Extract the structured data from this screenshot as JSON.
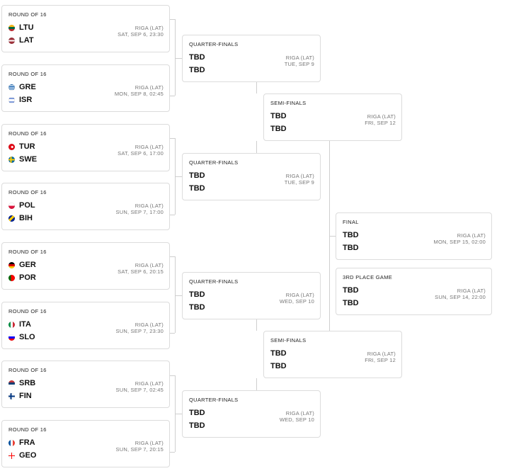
{
  "round_of_16": [
    {
      "stage": "ROUND OF 16",
      "team1": "LTU",
      "team2": "LAT",
      "flag1": "lithuania-flag-icon",
      "flag2": "latvia-flag-icon",
      "venue": "RIGA (LAT)",
      "date": "SAT, SEP 6, 23:30"
    },
    {
      "stage": "ROUND OF 16",
      "team1": "GRE",
      "team2": "ISR",
      "flag1": "greece-flag-icon",
      "flag2": "israel-flag-icon",
      "venue": "RIGA (LAT)",
      "date": "MON, SEP 8, 02:45"
    },
    {
      "stage": "ROUND OF 16",
      "team1": "TUR",
      "team2": "SWE",
      "flag1": "turkey-flag-icon",
      "flag2": "sweden-flag-icon",
      "venue": "RIGA (LAT)",
      "date": "SAT, SEP 6, 17:00"
    },
    {
      "stage": "ROUND OF 16",
      "team1": "POL",
      "team2": "BIH",
      "flag1": "poland-flag-icon",
      "flag2": "bosnia-flag-icon",
      "venue": "RIGA (LAT)",
      "date": "SUN, SEP 7, 17:00"
    },
    {
      "stage": "ROUND OF 16",
      "team1": "GER",
      "team2": "POR",
      "flag1": "germany-flag-icon",
      "flag2": "portugal-flag-icon",
      "venue": "RIGA (LAT)",
      "date": "SAT, SEP 6, 20:15"
    },
    {
      "stage": "ROUND OF 16",
      "team1": "ITA",
      "team2": "SLO",
      "flag1": "italy-flag-icon",
      "flag2": "slovenia-flag-icon",
      "venue": "RIGA (LAT)",
      "date": "SUN, SEP 7, 23:30"
    },
    {
      "stage": "ROUND OF 16",
      "team1": "SRB",
      "team2": "FIN",
      "flag1": "serbia-flag-icon",
      "flag2": "finland-flag-icon",
      "venue": "RIGA (LAT)",
      "date": "SUN, SEP 7, 02:45"
    },
    {
      "stage": "ROUND OF 16",
      "team1": "FRA",
      "team2": "GEO",
      "flag1": "france-flag-icon",
      "flag2": "georgia-flag-icon",
      "venue": "RIGA (LAT)",
      "date": "SUN, SEP 7, 20:15"
    }
  ],
  "quarter_finals": [
    {
      "stage": "QUARTER-FINALS",
      "team1": "TBD",
      "team2": "TBD",
      "venue": "RIGA (LAT)",
      "date": "TUE, SEP 9"
    },
    {
      "stage": "QUARTER-FINALS",
      "team1": "TBD",
      "team2": "TBD",
      "venue": "RIGA (LAT)",
      "date": "TUE, SEP 9"
    },
    {
      "stage": "QUARTER-FINALS",
      "team1": "TBD",
      "team2": "TBD",
      "venue": "RIGA (LAT)",
      "date": "WED, SEP 10"
    },
    {
      "stage": "QUARTER-FINALS",
      "team1": "TBD",
      "team2": "TBD",
      "venue": "RIGA (LAT)",
      "date": "WED, SEP 10"
    }
  ],
  "semi_finals": [
    {
      "stage": "SEMI-FINALS",
      "team1": "TBD",
      "team2": "TBD",
      "venue": "RIGA (LAT)",
      "date": "FRI, SEP 12"
    },
    {
      "stage": "SEMI-FINALS",
      "team1": "TBD",
      "team2": "TBD",
      "venue": "RIGA (LAT)",
      "date": "FRI, SEP 12"
    }
  ],
  "final": {
    "stage": "FINAL",
    "team1": "TBD",
    "team2": "TBD",
    "venue": "RIGA (LAT)",
    "date": "MON, SEP 15, 02:00"
  },
  "third_place": {
    "stage": "3RD PLACE GAME",
    "team1": "TBD",
    "team2": "TBD",
    "venue": "RIGA (LAT)",
    "date": "SUN, SEP 14, 22:00"
  },
  "colors": {
    "border": "#dcdcdc",
    "connector": "#cfcfcf",
    "meta_text": "#777777"
  }
}
